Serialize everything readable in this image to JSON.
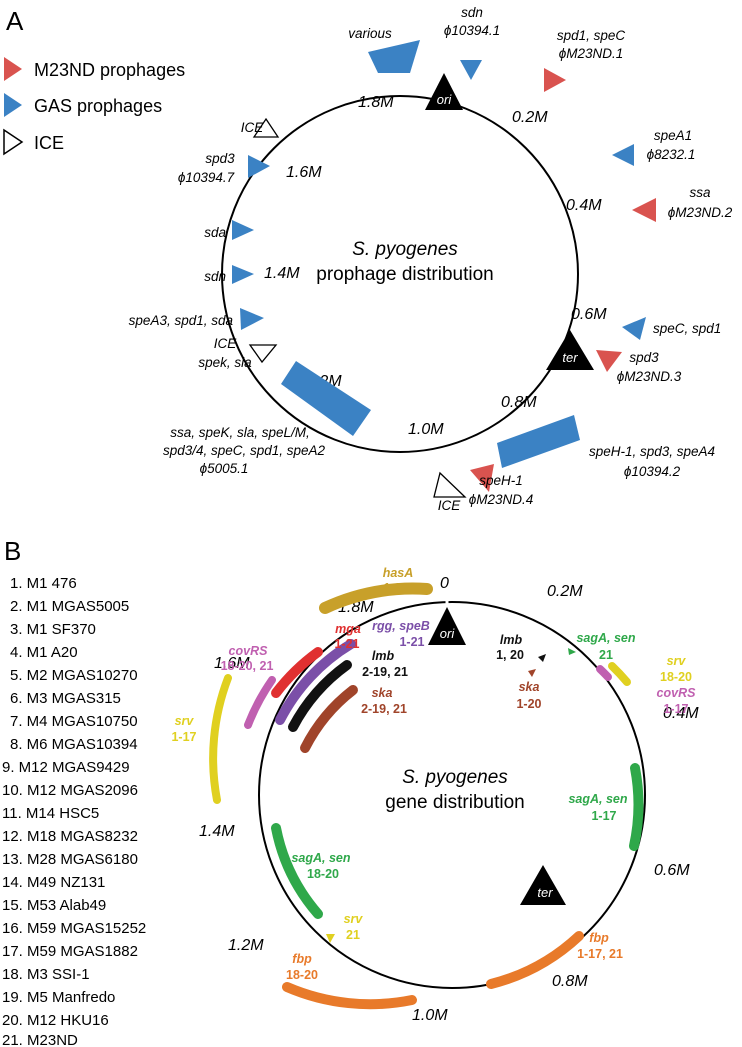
{
  "panel_a": {
    "label": "A",
    "legend": [
      {
        "text": "M23ND prophages",
        "color": "#d9534f"
      },
      {
        "text": "GAS prophages",
        "color": "#3b82c4"
      },
      {
        "text": "ICE",
        "color": "#ffffff"
      }
    ],
    "center_title": "S. pyogenes",
    "center_subtitle": "prophage distribution",
    "markers": {
      "ori": "ori",
      "ter": "ter"
    },
    "scale": [
      "0.2M",
      "0.4M",
      "0.6M",
      "0.8M",
      "1.0M",
      "1.2M",
      "1.4M",
      "1.6M",
      "1.8M"
    ],
    "prophages": [
      {
        "line1": "sdn",
        "line2": "ϕ10394.1",
        "type": "GAS"
      },
      {
        "line1": "spd1, speC",
        "line2": "ϕM23ND.1",
        "type": "M23ND"
      },
      {
        "line1": "speA1",
        "line2": "ϕ8232.1",
        "type": "GAS"
      },
      {
        "line1": "ssa",
        "line2": "ϕM23ND.2",
        "type": "M23ND"
      },
      {
        "line1": "speC, spd1",
        "line2": "",
        "type": "GAS"
      },
      {
        "line1": "spd3",
        "line2": "ϕM23ND.3",
        "type": "M23ND"
      },
      {
        "line1": "speH-1, spd3, speA4",
        "line2": "ϕ10394.2",
        "type": "GAS"
      },
      {
        "line1": "speH-1",
        "line2": "ϕM23ND.4",
        "type": "M23ND"
      },
      {
        "line1": "ICE",
        "line2": "",
        "type": "ICE"
      },
      {
        "line1": "ssa, speK, sla, speL/M,",
        "line2": "spd3/4, speC, spd1, speA2",
        "line3": "ϕ5005.1",
        "type": "GAS"
      },
      {
        "line1": "ICE",
        "line2": "spek, sla",
        "type": "ICE"
      },
      {
        "line1": "speA3, spd1, sda",
        "line2": "",
        "type": "GAS"
      },
      {
        "line1": "sdn",
        "line2": "",
        "type": "GAS"
      },
      {
        "line1": "sda",
        "line2": "",
        "type": "GAS"
      },
      {
        "line1": "spd3",
        "line2": "ϕ10394.7",
        "type": "GAS"
      },
      {
        "line1": "ICE",
        "line2": "",
        "type": "ICE"
      },
      {
        "line1": "various",
        "line2": "",
        "type": "GAS"
      }
    ]
  },
  "panel_b": {
    "label": "B",
    "center_title": "S. pyogenes",
    "center_subtitle": "gene distribution",
    "markers": {
      "ori": "ori",
      "ter": "ter"
    },
    "scale": [
      "0",
      "0.2M",
      "0.4M",
      "0.6M",
      "0.8M",
      "1.0M",
      "1.2M",
      "1.4M",
      "1.6M",
      "1.8M"
    ],
    "strains": [
      "1. M1 476",
      "2. M1 MGAS5005",
      "3. M1 SF370",
      "4. M1 A20",
      "5. M2 MGAS10270",
      "6. M3 MGAS315",
      "7. M4 MGAS10750",
      "8. M6 MGAS10394",
      "9. M12 MGAS9429",
      "10. M12 MGAS2096",
      "11. M14 HSC5",
      "12. M18 MGAS8232",
      "13. M28 MGAS6180",
      "14. M49 NZ131",
      "15. M53 Alab49",
      "16. M59 MGAS15252",
      "17. M59 MGAS1882",
      "18. M3 SSI-1",
      "19. M5 Manfredo",
      "20. M12 HKU16",
      "21. M23ND"
    ],
    "genes": [
      {
        "name": "hasA",
        "strains": "1-21",
        "color": "#c8a02a"
      },
      {
        "name": "mga",
        "strains": "1-21",
        "color": "#e03030"
      },
      {
        "name": "rgg, speB",
        "strains": "1-21",
        "color": "#7b4fa8"
      },
      {
        "name": "lmb",
        "strains": "2-19, 21",
        "color": "#111111"
      },
      {
        "name": "ska",
        "strains": "2-19, 21",
        "color": "#a0442a"
      },
      {
        "name": "covRS",
        "strains": "18-20, 21",
        "color": "#c060b0"
      },
      {
        "name": "srv",
        "strains": "1-17",
        "color": "#e0d020"
      },
      {
        "name": "lmb",
        "strains": "1, 20",
        "color": "#111111"
      },
      {
        "name": "ska",
        "strains": "1-20",
        "color": "#a0442a"
      },
      {
        "name": "sagA, sen",
        "strains": "21",
        "color": "#2fa84a"
      },
      {
        "name": "srv",
        "strains": "18-20",
        "color": "#e0d020"
      },
      {
        "name": "covRS",
        "strains": "1-17",
        "color": "#c060b0"
      },
      {
        "name": "sagA, sen",
        "strains": "1-17",
        "color": "#2fa84a"
      },
      {
        "name": "sagA, sen",
        "strains": "18-20",
        "color": "#2fa84a"
      },
      {
        "name": "srv",
        "strains": "21",
        "color": "#e0d020"
      },
      {
        "name": "fbp",
        "strains": "1-17, 21",
        "color": "#e87a2a"
      },
      {
        "name": "fbp",
        "strains": "18-20",
        "color": "#e87a2a"
      }
    ]
  }
}
